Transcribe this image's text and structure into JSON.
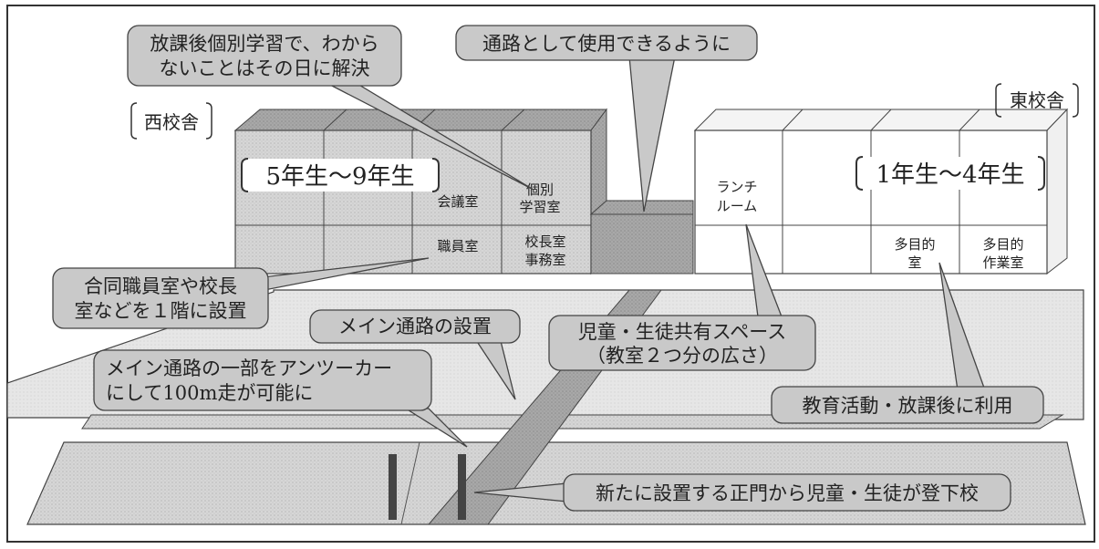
{
  "buildings": {
    "west_label": "西校舎",
    "east_label": "東校舎",
    "west_grades": "5年生～9年生",
    "east_grades": "1年生～4年生"
  },
  "rooms": {
    "meeting": "会議室",
    "individual_study": [
      "個別",
      "学習室"
    ],
    "staff_room": "職員室",
    "principal_office": [
      "校長室",
      "事務室"
    ],
    "lunch_room": [
      "ランチ",
      "ルーム"
    ],
    "multipurpose_1": [
      "多目的",
      "室"
    ],
    "multipurpose_2": [
      "多目的",
      "作業室"
    ]
  },
  "callouts": {
    "after_school_study": [
      "放課後個別学習で、わから",
      "ないことはその日に解決"
    ],
    "passage_use": "通路として使用できるように",
    "joint_staff_room": [
      "合同職員室や校長",
      "室などを１階に設置"
    ],
    "main_passage": "メイン通路の設置",
    "shared_space": [
      "児童・生徒共有スペース",
      "（教室２つ分の広さ）"
    ],
    "anchor_track": [
      "メイン通路の一部をアンツーカー",
      "にして100m走が可能に"
    ],
    "education_use": "教育活動・放課後に利用",
    "new_gate": "新たに設置する正門から児童・生徒が登下校"
  }
}
